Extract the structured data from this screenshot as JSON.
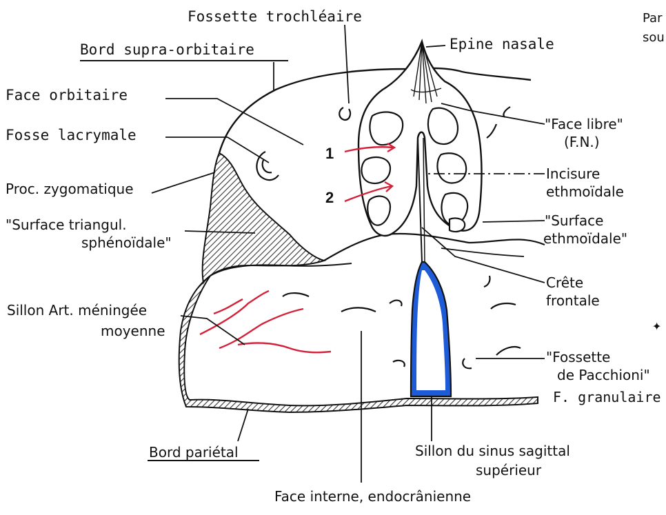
{
  "labels": {
    "fossette_trochleaire": "Fossette trochléaire",
    "bord_supra_orbitaire": "Bord supra-orbitaire",
    "face_orbitaire": "Face  orbitaire",
    "fosse_lacrymale": "Fosse lacrymale",
    "proc_zygomatique": "Proc. zygomatique",
    "surface_triangul": "\"Surface triangul.",
    "sphenoidale": "sphénoïdale\"",
    "sillon_art_meningee": "Sillon Art. méningée",
    "moyenne": "moyenne",
    "bord_parietal": "Bord pariétal",
    "epine_nasale": "Epine nasale",
    "face_libre": "\"Face libre\"",
    "fn": "(F.N.)",
    "incisure": "Incisure",
    "ethmoidale_1": "ethmoïdale",
    "surface": "\"Surface",
    "ethmoidale_2": "ethmoïdale\"",
    "crete": "Crête",
    "frontale": "frontale",
    "fossette": "\"Fossette",
    "de_pacchioni": "de Pacchioni\"",
    "f_granulaire": "F. granulaire",
    "sillon_sinus": "Sillon du sinus sagittal",
    "superieur": "supérieur",
    "face_interne": "Face interne, endocrânienne",
    "par": "Par",
    "sou": "sou",
    "arrow_1": "1",
    "arrow_2": "2"
  },
  "colors": {
    "ink": "#111111",
    "red": "#d4213a",
    "blue": "#1e5bd6",
    "hatch": "#333333"
  }
}
